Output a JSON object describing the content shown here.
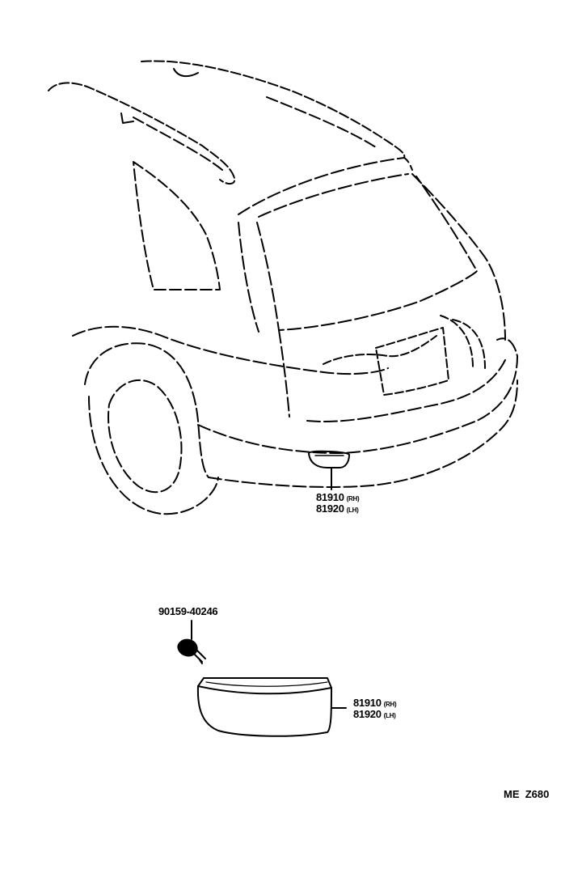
{
  "callouts": {
    "rear_reflector_top": {
      "rh_part": "81910",
      "rh_side": "(RH)",
      "lh_part": "81920",
      "lh_side": "(LH)"
    },
    "screw": {
      "part": "90159-40246"
    },
    "rear_reflector_detail": {
      "rh_part": "81910",
      "rh_side": "(RH)",
      "lh_part": "81920",
      "lh_side": "(LH)"
    }
  },
  "illustration_code": "ME  Z680"
}
